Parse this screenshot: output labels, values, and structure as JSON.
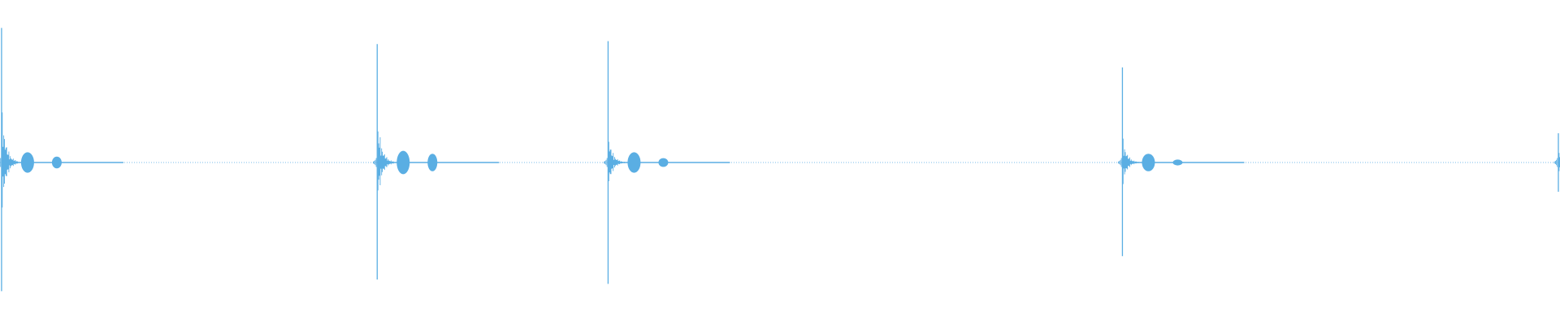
{
  "waveform": {
    "color": "#5aaee3",
    "background": "#ffffff",
    "baseline_amplitude": 0.01,
    "transients": [
      {
        "time": 0.001,
        "peak_up": 0.92,
        "peak_down": 0.88,
        "body": 0.42,
        "tail_bumps": [
          0.07,
          0.04
        ]
      },
      {
        "time": 0.2418,
        "peak_up": 0.81,
        "peak_down": 0.8,
        "body": 0.35,
        "tail_bumps": [
          0.08,
          0.06
        ]
      },
      {
        "time": 0.3898,
        "peak_up": 0.83,
        "peak_down": 0.83,
        "body": 0.22,
        "tail_bumps": [
          0.07,
          0.03
        ]
      },
      {
        "time": 0.7195,
        "peak_up": 0.65,
        "peak_down": 0.64,
        "body": 0.2,
        "tail_bumps": [
          0.06,
          0.02
        ]
      },
      {
        "time": 0.999,
        "peak_up": 0.2,
        "peak_down": 0.2,
        "body": 0.1,
        "tail_bumps": []
      }
    ]
  }
}
